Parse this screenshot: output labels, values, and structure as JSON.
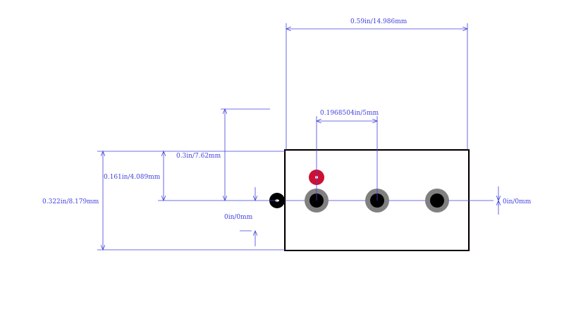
{
  "colors": {
    "dimension": "#4040e0",
    "outline": "#000000",
    "outline_shadow": "#e0a0a0",
    "pad_ring": "#808080",
    "pad_hole": "#000000",
    "pin1_marker": "#cc1133",
    "origin": "#000000"
  },
  "dimensions": {
    "overall_width": "0.59in/14.986mm",
    "pin_pitch": "0.1968504in/5mm",
    "origin_to_top": "0.3in/7.62mm",
    "half_height": "0.161in/4.089mm",
    "overall_height": "0.322in/8.179mm",
    "vertical_offset": "0in/0mm",
    "right_offset": "0in/0mm"
  },
  "pads": {
    "count": 3,
    "pitch_mm": 5
  }
}
